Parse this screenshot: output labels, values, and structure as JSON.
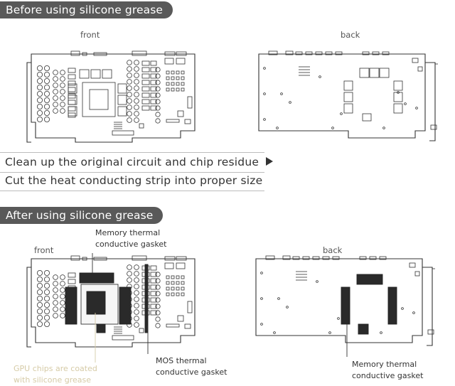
{
  "sections": {
    "before": {
      "title": "Before using silicone grease",
      "front_label": "front",
      "back_label": "back"
    },
    "after": {
      "title": "After using silicone grease",
      "front_label": "front",
      "back_label": "back"
    }
  },
  "steps": {
    "line1": "Clean up the original circuit and chip residue",
    "line2": "Cut the heat conducting strip into proper size"
  },
  "callouts": {
    "memory_front": {
      "line1": "Memory thermal",
      "line2": "conductive gasket"
    },
    "gpu": {
      "line1": "GPU chips are coated",
      "line2": "with silicone grease"
    },
    "mos": {
      "line1": "MOS thermal",
      "line2": "conductive gasket"
    },
    "memory_back": {
      "line1": "Memory thermal",
      "line2": "conductive gasket"
    }
  },
  "colors": {
    "banner": "#595959",
    "gpu_callout_text": "#d6cba7",
    "thermal_pad": "#2a2a2a",
    "board_line": "#333333"
  },
  "icons": {
    "arrow": "play-triangle-icon"
  }
}
